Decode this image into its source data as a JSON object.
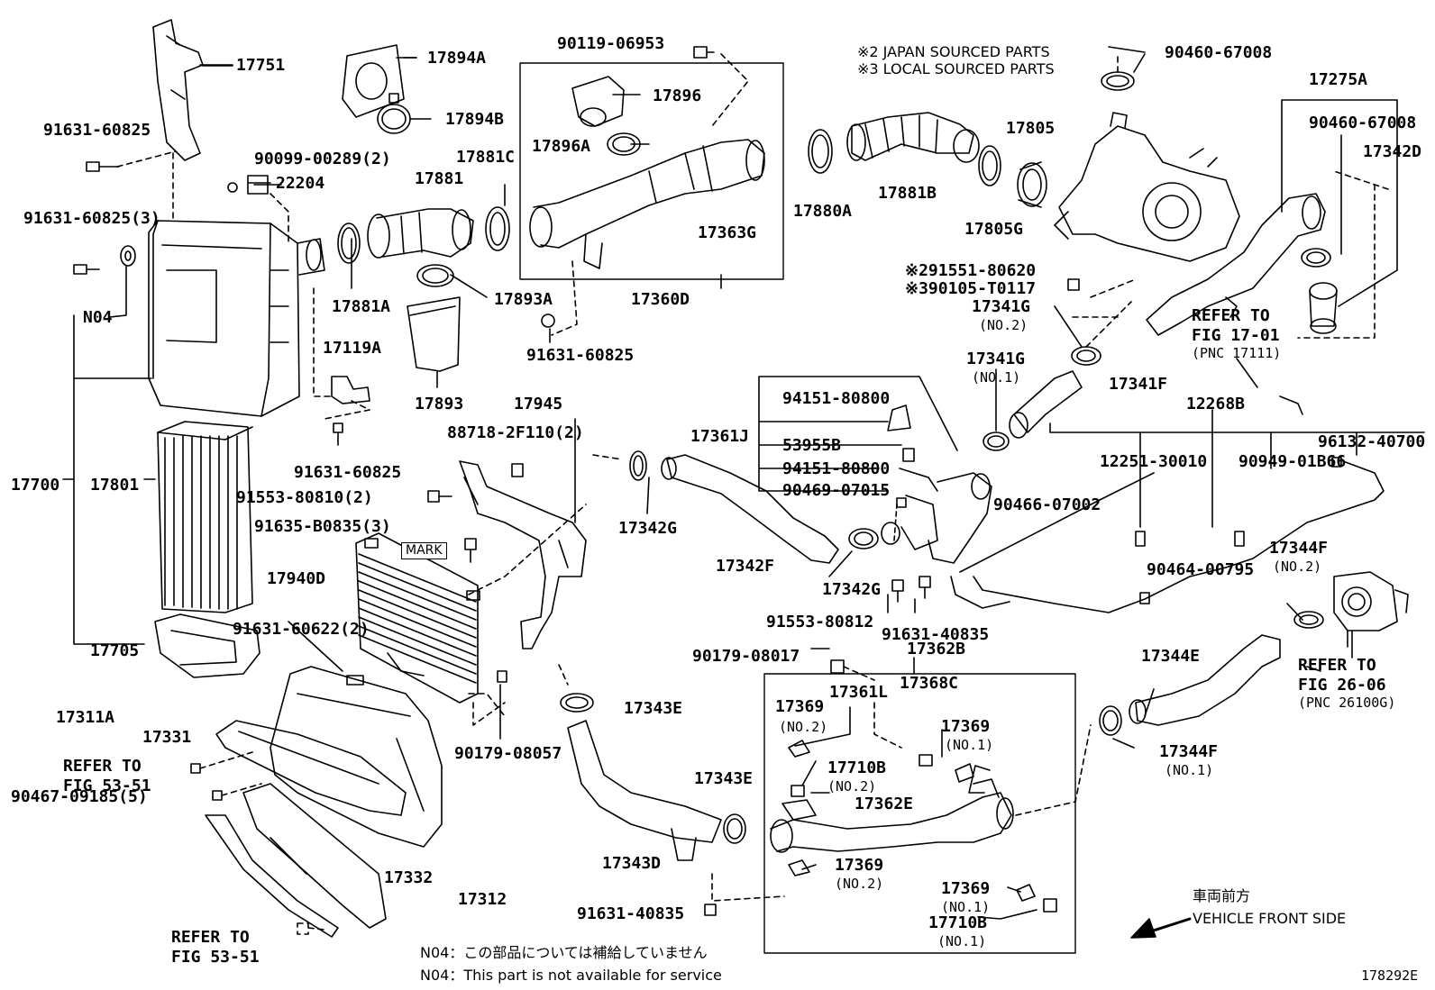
{
  "diagram_id": "178292E",
  "notes": {
    "japan_sourced": "※2 JAPAN SOURCED PARTS",
    "local_sourced": "※3 LOCAL SOURCED PARTS",
    "vehicle_front_jp": "車両前方",
    "vehicle_front_en": "VEHICLE FRONT SIDE",
    "n04_jp": "N04：この部品については補給していません",
    "n04_en": "N04：This part is not available for service",
    "mark_label": "MARK"
  },
  "refers": {
    "fig_17_01": [
      "REFER TO",
      "FIG 17-01",
      "(PNC 17111)"
    ],
    "fig_26_06": [
      "REFER TO",
      "FIG 26-06",
      "(PNC 26100G)"
    ],
    "fig_53_51_a": [
      "REFER TO",
      "FIG 53-51"
    ],
    "fig_53_51_b": [
      "REFER TO",
      "FIG 53-51"
    ]
  },
  "parts": {
    "p17751": "17751",
    "p91631_60825_top": "91631-60825",
    "p90099_00289": "90099-00289(2)",
    "p22204": "22204",
    "p91631_60825_3": "91631-60825(3)",
    "pN04": "N04",
    "p17700": "17700",
    "p17801": "17801",
    "p17705": "17705",
    "p17894A": "17894A",
    "p17894B": "17894B",
    "p17881": "17881",
    "p17881C": "17881C",
    "p17881A": "17881A",
    "p17893A": "17893A",
    "p17893": "17893",
    "p17119A": "17119A",
    "p91631_60825_mid": "91631-60825",
    "p90119_06953": "90119-06953",
    "p17896": "17896",
    "p17896A": "17896A",
    "p17363G": "17363G",
    "p17360D": "17360D",
    "p91631_60825_d": "91631-60825",
    "p17945": "17945",
    "p88718_2F110": "88718-2F110(2)",
    "p91553_80810": "91553-80810(2)",
    "p91635_B0835": "91635-B0835(3)",
    "p17940D": "17940D",
    "p91631_60622": "91631-60622(2)",
    "p17311A": "17311A",
    "p17331": "17331",
    "p90467_09185": "90467-09185(5)",
    "p17332": "17332",
    "p17312": "17312",
    "p90179_08057": "90179-08057",
    "p17343E_a": "17343E",
    "p17343E_b": "17343E",
    "p17343D": "17343D",
    "p91631_40835_b": "91631-40835",
    "p17342G_a": "17342G",
    "p17342F": "17342F",
    "p17342G_b": "17342G",
    "p17361J": "17361J",
    "p94151_80800_a": "94151-80800",
    "p53955B": "53955B",
    "p94151_80800_b": "94151-80800",
    "p90469_07015": "90469-07015",
    "p91553_80812": "91553-80812",
    "p91631_40835_a": "91631-40835",
    "p90179_08017": "90179-08017",
    "p17362B": "17362B",
    "p17361L": "17361L",
    "p17368C": "17368C",
    "p17369_no2_a": "17369",
    "p17369_no1_a": "17369",
    "p17710B_no2": "17710B",
    "p17362E": "17362E",
    "p17369_no2_b": "17369",
    "p17369_no1_b": "17369",
    "p17710B_no1": "17710B",
    "p17880A": "17880A",
    "p17881B": "17881B",
    "p17805": "17805",
    "p17805G": "17805G",
    "p90460_67008_top": "90460-67008",
    "p17275A": "17275A",
    "p90460_67008_r": "90460-67008",
    "p17342D": "17342D",
    "p291551_80620": "※291551-80620",
    "p390105_T0117": "※390105-T0117",
    "p17341G_no2": "17341G",
    "p17341G_no1": "17341G",
    "p17341F": "17341F",
    "p12268B": "12268B",
    "p12251_30010": "12251-30010",
    "p90949_01B66": "90949-01B66",
    "p96132_40700": "96132-40700",
    "p90466_07002": "90466-07002",
    "p90464_00795": "90464-00795",
    "p17344F_no2": "17344F",
    "p17344E": "17344E",
    "p17344F_no1": "17344F"
  },
  "qualifiers": {
    "no1": "(NO.1)",
    "no2": "(NO.2)"
  }
}
